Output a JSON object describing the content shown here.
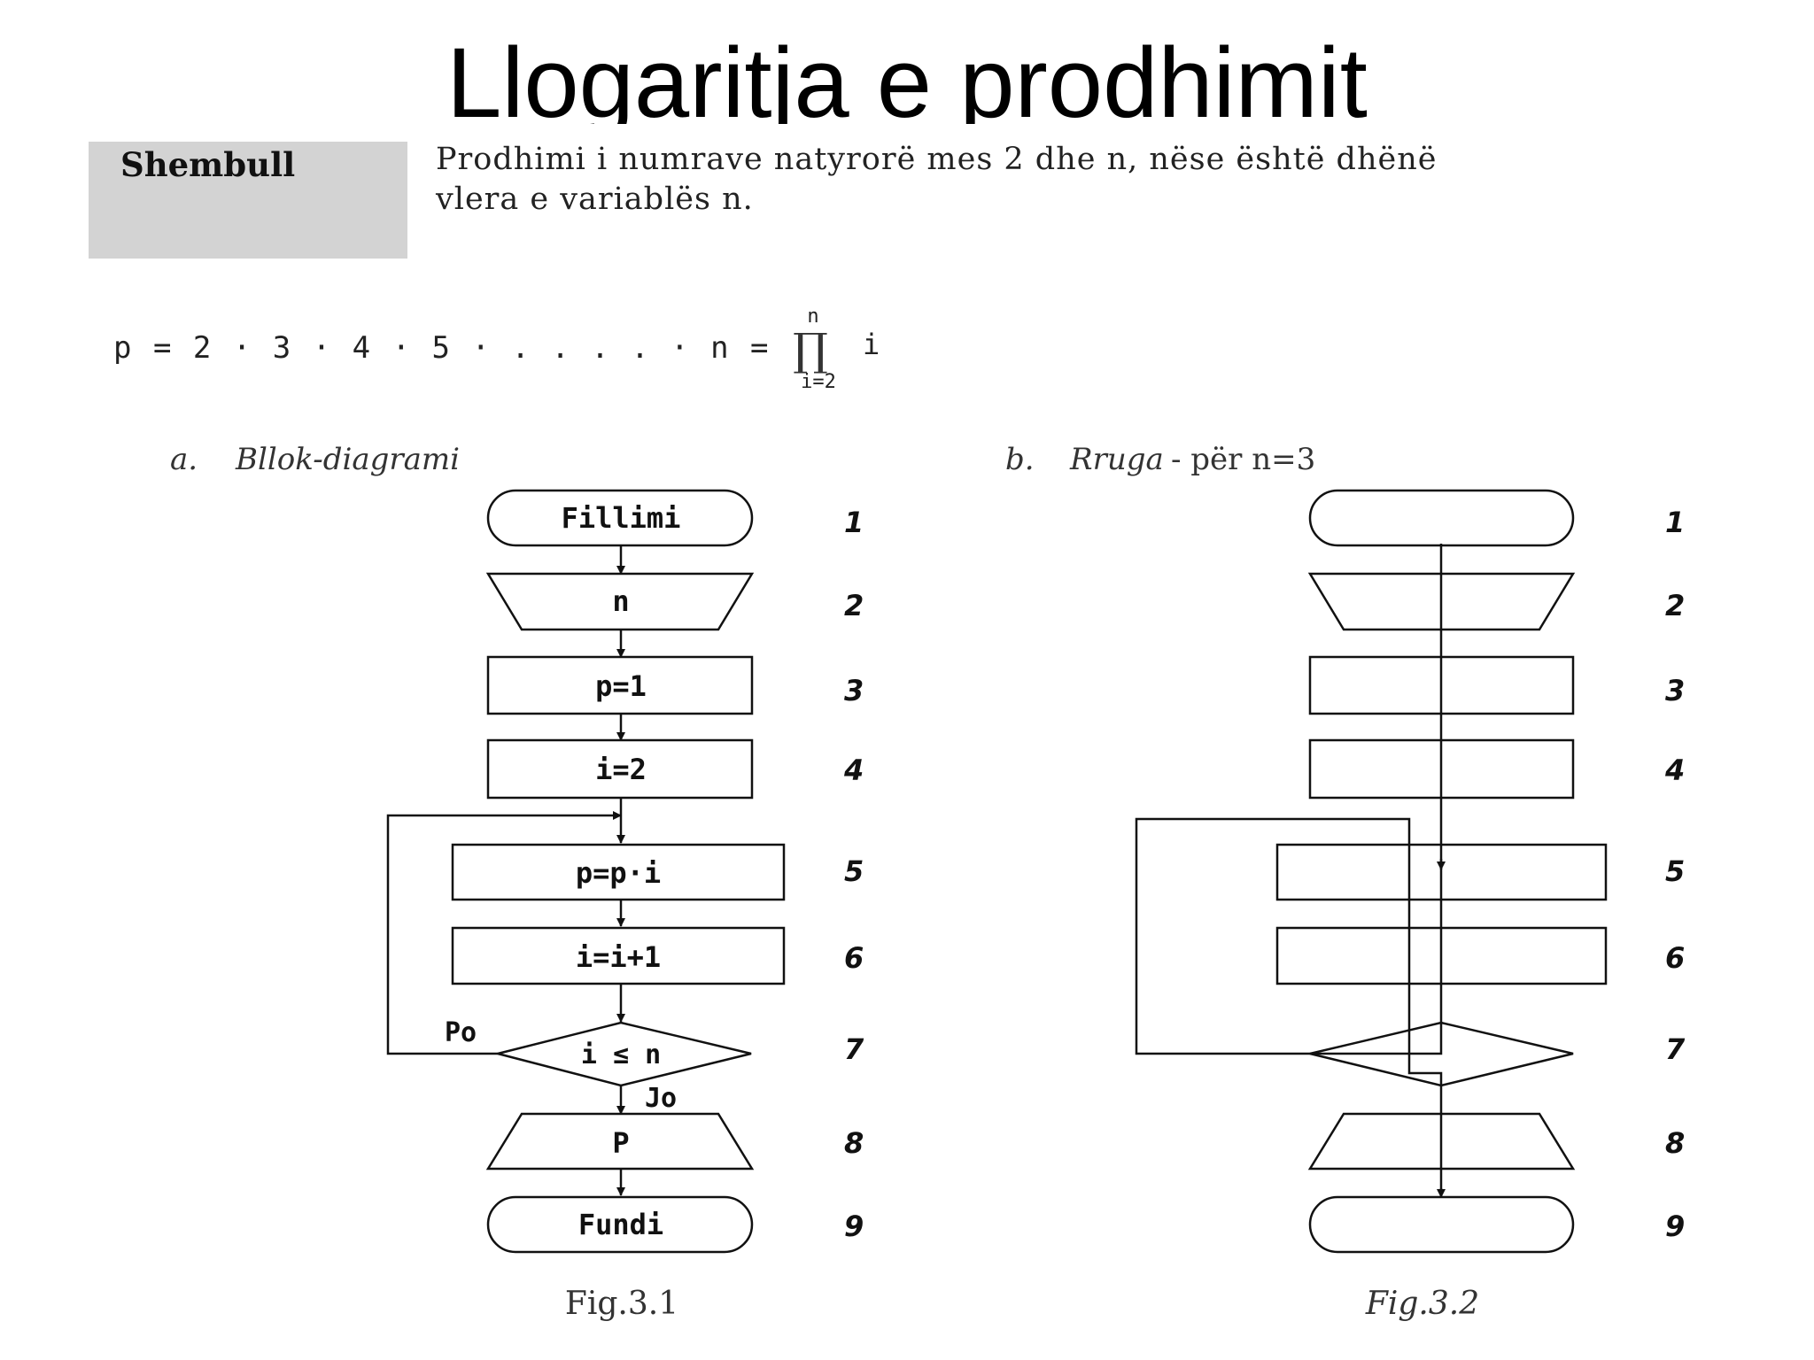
{
  "slide": {
    "title": "Llogaritja e prodhimit"
  },
  "example": {
    "label": "Shembull",
    "text_line_1": "Prodhimi i numrave natyrorë mes 2 dhe n, nëse është dhënë",
    "text_line_2": "vlera e variablës n."
  },
  "formula": {
    "lhs": "p = 2 · 3 · 4 · 5 · . . . . · n =",
    "operator": "∏",
    "upper": "n",
    "lower": "i=2",
    "term": "i"
  },
  "figure_a": {
    "caption_letter": "a.",
    "caption_text": "Bllok-diagrami",
    "nodes": [
      {
        "id": 1,
        "label": "Fillimi"
      },
      {
        "id": 2,
        "label": "n"
      },
      {
        "id": 3,
        "label": "p=1"
      },
      {
        "id": 4,
        "label": "i=2"
      },
      {
        "id": 5,
        "label": "p=p·i"
      },
      {
        "id": 6,
        "label": "i=i+1"
      },
      {
        "id": 7,
        "label": "i ≤ n"
      },
      {
        "id": 8,
        "label": "P"
      },
      {
        "id": 9,
        "label": "Fundi"
      }
    ],
    "branch_yes": "Po",
    "branch_no": "Jo",
    "figure_label": "Fig.3.1"
  },
  "figure_b": {
    "caption_letter": "b.",
    "caption_text": "Rruga",
    "caption_suffix": "- për n=3",
    "figure_label": "Fig.3.2"
  },
  "step_numbers": [
    "1",
    "2",
    "3",
    "4",
    "5",
    "6",
    "7",
    "8",
    "9"
  ]
}
